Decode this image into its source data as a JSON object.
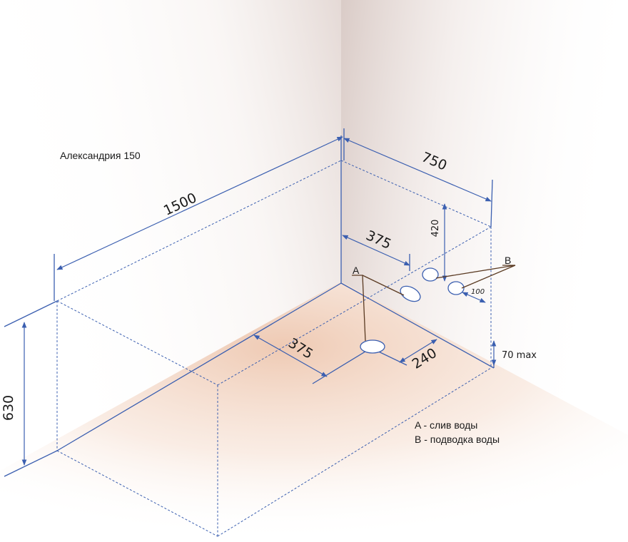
{
  "title": "Александрия 150",
  "dimensions": {
    "length": "1500",
    "width": "750",
    "height": "630",
    "drain_from_wall": "375",
    "drain_from_end": "375",
    "drain_depth": "240",
    "supply_height": "420",
    "supply_spacing": "100",
    "floor_offset": "70 max"
  },
  "markers": {
    "drain": "A",
    "supply": "B"
  },
  "legend": [
    "A - слив воды",
    "B - подводка воды"
  ],
  "colors": {
    "outline": "#3b5fb0",
    "leader": "#5a3a22",
    "floor_shade": "#e9b89a",
    "wall_shade": "#d9c9c4"
  }
}
